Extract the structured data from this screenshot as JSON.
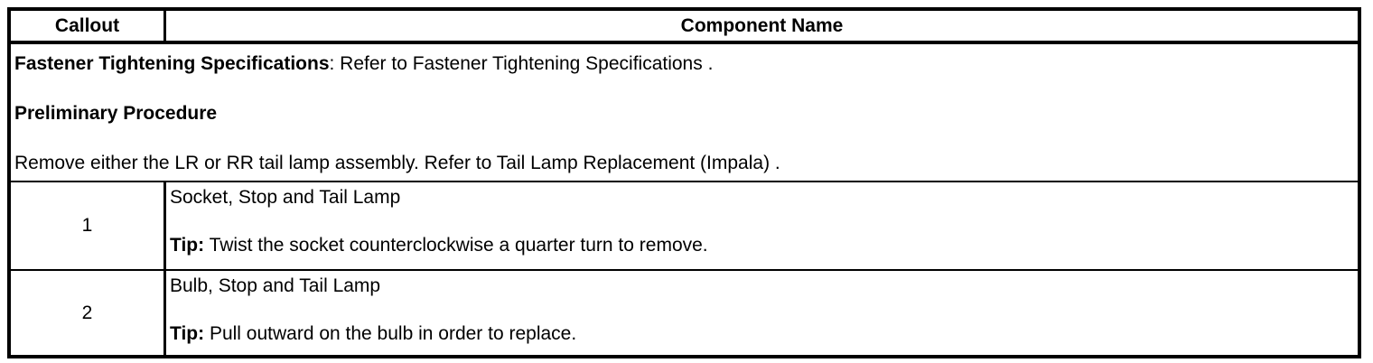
{
  "table": {
    "header": {
      "callout_label": "Callout",
      "component_label": "Component Name"
    },
    "preamble": {
      "fastener_bold": "Fastener Tightening Specifications",
      "fastener_rest": ": Refer to Fastener Tightening Specifications .",
      "preliminary_heading": "Preliminary Procedure",
      "remove_instruction": "Remove either the LR or RR tail lamp assembly. Refer to Tail Lamp Replacement (Impala) ."
    },
    "rows": [
      {
        "callout": "1",
        "component_name": "Socket, Stop and Tail Lamp",
        "tip_label": "Tip:",
        "tip_text": " Twist the socket counterclockwise a quarter turn to remove."
      },
      {
        "callout": "2",
        "component_name": "Bulb, Stop and Tail Lamp",
        "tip_label": "Tip:",
        "tip_text": " Pull outward on the bulb in order to replace."
      }
    ]
  },
  "colors": {
    "border": "#000000",
    "text": "#000000",
    "background": "#ffffff"
  }
}
